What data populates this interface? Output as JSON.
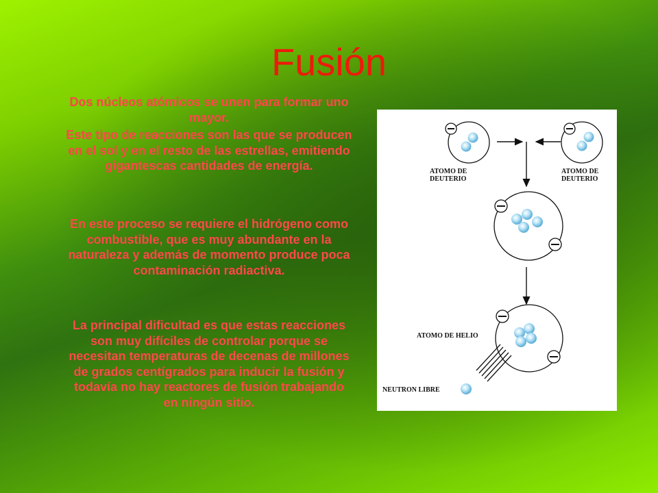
{
  "slide": {
    "title": "Fusión",
    "paragraphs": [
      "Dos núcleos atómicos se unen para formar uno mayor.",
      "Este tipo de reacciones son las que se producen en el sol y en el resto de las estrellas, emitiendo gigantescas cantidades de energía.",
      "En este proceso se requiere el hidrógeno como combustible, que es muy abundante en la naturaleza y además de momento produce poca contaminación radiactiva.",
      "La principal dificultad es que estas reacciones son muy difíciles de controlar porque se necesitan temperaturas de decenas de millones de grados centígrados para inducir la fusión y todavía no hay reactores de fusión trabajando en ningún sitio."
    ],
    "colors": {
      "title": "#ee1a0c",
      "text": "#ff4a4a",
      "background": "#6cc400"
    }
  },
  "diagram": {
    "labels": {
      "deuterium_left": [
        "ATOMO DE",
        "DEUTERIO"
      ],
      "deuterium_right": [
        "ATOMO DE",
        "DEUTERIO"
      ],
      "helium": "ATOMO DE HELIO",
      "neutron": "NEUTRON LIBRE"
    },
    "electron_symbol": "−"
  }
}
